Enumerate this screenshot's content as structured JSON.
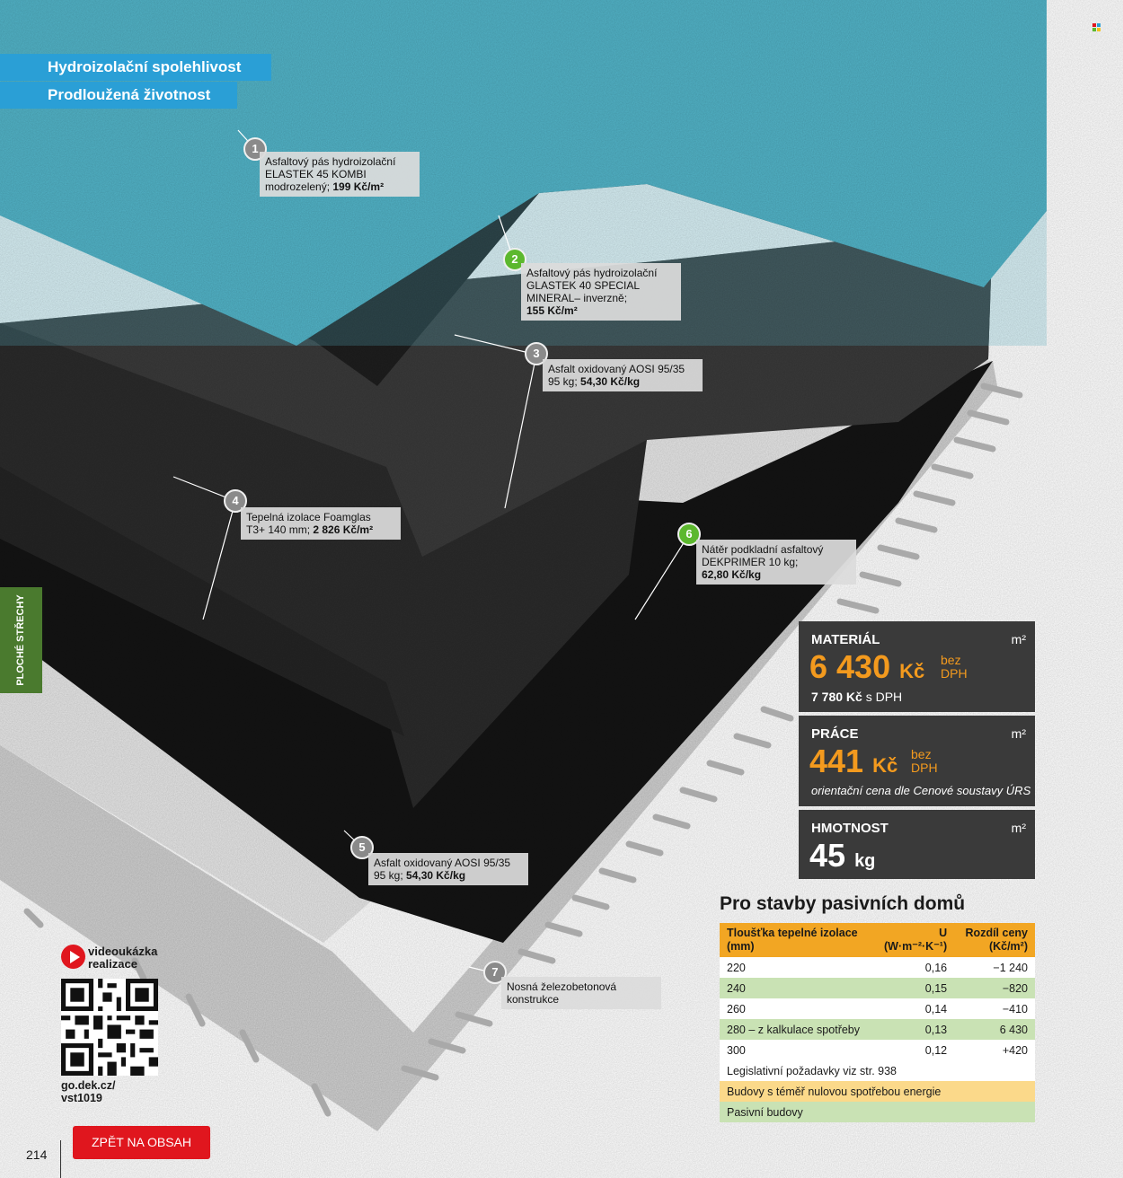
{
  "banners": [
    "Hydroizolační spolehlivost",
    "Prodloužená životnost"
  ],
  "layers": [
    {
      "number": "1",
      "lines": [
        "Asfaltový pás hydroizolační",
        "ELASTEK 45 KOMBI",
        "modrozelený; "
      ],
      "price": "199 Kč/m²"
    },
    {
      "number": "2",
      "lines": [
        "Asfaltový pás hydroizolační",
        "GLASTEK 40 SPECIAL",
        "MINERAL– inverzně;"
      ],
      "price": "155 Kč/m²"
    },
    {
      "number": "3",
      "lines": [
        "Asfalt oxidovaný AOSI 95/35",
        "95 kg; "
      ],
      "price": "54,30 Kč/kg"
    },
    {
      "number": "4",
      "lines": [
        "Tepelná izolace Foamglas",
        "T3+ 140 mm; "
      ],
      "price": "2 826 Kč/m²"
    },
    {
      "number": "5",
      "lines": [
        "Asfalt oxidovaný AOSI 95/35",
        "95 kg; "
      ],
      "price": "54,30 Kč/kg"
    },
    {
      "number": "6",
      "lines": [
        "Nátěr podkladní asfaltový",
        "DEKPRIMER 10 kg;"
      ],
      "price": "62,80 Kč/kg"
    },
    {
      "number": "7",
      "lines": [
        "Nosná železobetonová",
        "konstrukce"
      ],
      "price": ""
    }
  ],
  "side_tab": "PLOCHÉ STŘECHY",
  "material": {
    "label": "MATERIÁL",
    "unit": "m²",
    "price": "6 430",
    "currency": "Kč",
    "bez": "bez",
    "dph": "DPH",
    "with_vat": "7 780 Kč",
    "with_vat_suffix": "s DPH"
  },
  "prace": {
    "label": "PRÁCE",
    "unit": "m²",
    "price": "441",
    "currency": "Kč",
    "bez": "bez",
    "dph": "DPH",
    "note": "orientační cena dle Cenové soustavy ÚRS"
  },
  "hmotnost": {
    "label": "HMOTNOST",
    "unit": "m²",
    "value": "45",
    "value_unit": "kg"
  },
  "pasivni": {
    "title": "Pro stavby pasivních domů",
    "headers": [
      "Tloušťka tepelné izolace (mm)",
      "U (W·m⁻²·K⁻¹)",
      "Rozdíl ceny (Kč/m²)"
    ],
    "rows": [
      [
        "220",
        "0,16",
        "−1 240"
      ],
      [
        "240",
        "0,15",
        "−820"
      ],
      [
        "260",
        "0,14",
        "−410"
      ],
      [
        "280 – z kalkulace spotřeby",
        "0,13",
        "6 430"
      ],
      [
        "300",
        "0,12",
        "+420"
      ]
    ],
    "note": "Legislativní požadavky viz str. 938",
    "legend": [
      "Budovy s téměř nulovou spotřebou energie",
      "Pasivní budovy"
    ]
  },
  "video": {
    "label_1": "videoukázka",
    "label_2": "realizace",
    "url_1": "go.dek.cz/",
    "url_2": "vst1019"
  },
  "page_number": "214",
  "back_button": "ZPĚT NA OBSAH",
  "colors": {
    "accent_blue": "#2a9fd6",
    "accent_orange": "#f39a1e",
    "accent_red": "#e0161e",
    "green": "#5cb82e",
    "dark_box": "#3a3a3a"
  }
}
